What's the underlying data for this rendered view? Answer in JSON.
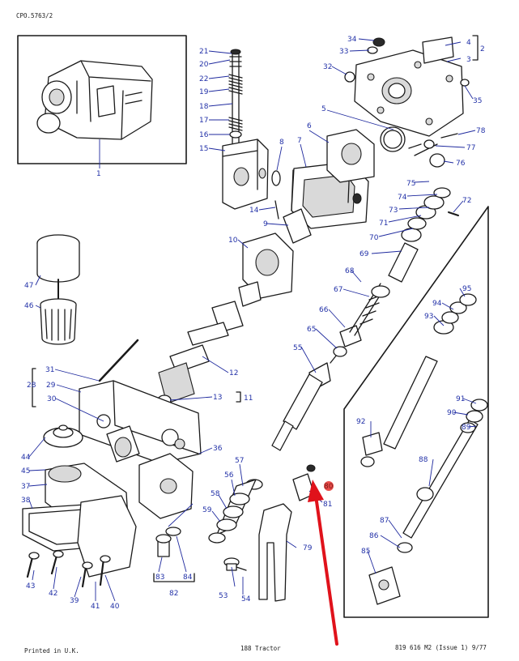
{
  "header": {
    "ref": "CPO.5763/2"
  },
  "footer": {
    "printed": "Printed in U.K.",
    "model": "188 Tractor",
    "part_ref": "819 616 M2 (Issue 1) 9/77"
  },
  "colors": {
    "callout": "#2332a8",
    "arrow": "#e0121b",
    "highlight": "#e53935",
    "line": "#1a1a1a"
  },
  "callouts": {
    "n1": "1",
    "n2": "2",
    "n3": "3",
    "n4": "4",
    "n5": "5",
    "n6": "6",
    "n7": "7",
    "n8": "8",
    "n9": "9",
    "n10": "10",
    "n11": "11",
    "n12": "12",
    "n13": "13",
    "n14": "14",
    "n15": "15",
    "n16": "16",
    "n17": "17",
    "n18": "18",
    "n19": "19",
    "n20": "20",
    "n21": "21",
    "n22": "22",
    "n28": "28",
    "n29": "29",
    "n30": "30",
    "n31": "31",
    "n32": "32",
    "n33": "33",
    "n34": "34",
    "n35": "35",
    "n36": "36",
    "n37": "37",
    "n38": "38",
    "n39": "39",
    "n40": "40",
    "n41": "41",
    "n42": "42",
    "n43": "43",
    "n44": "44",
    "n45": "45",
    "n46": "46",
    "n47": "47",
    "n53": "53",
    "n54": "54",
    "n55": "55",
    "n56": "56",
    "n57": "57",
    "n58": "58",
    "n59": "59",
    "n65": "65",
    "n66": "66",
    "n67": "67",
    "n68": "68",
    "n69": "69",
    "n70": "70",
    "n71": "71",
    "n72": "72",
    "n73": "73",
    "n74": "74",
    "n75": "75",
    "n76": "76",
    "n77": "77",
    "n78": "78",
    "n79": "79",
    "n80": "80",
    "n81": "81",
    "n82": "82",
    "n83": "83",
    "n84": "84",
    "n85": "85",
    "n86": "86",
    "n87": "87",
    "n88": "88",
    "n89": "89",
    "n90": "90",
    "n91": "91",
    "n92": "92",
    "n93": "93",
    "n94": "94",
    "n95": "95"
  }
}
